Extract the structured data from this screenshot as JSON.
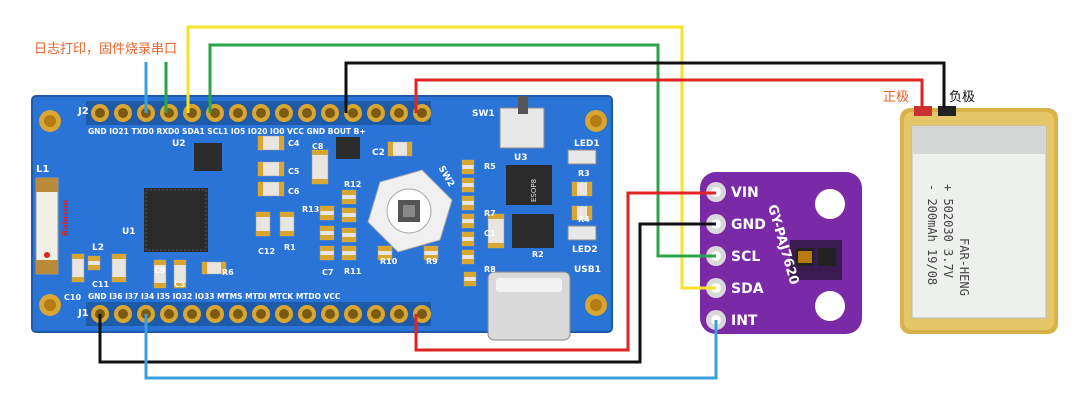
{
  "labels": {
    "uart_note": "日志打印，固件烧录串口",
    "positive": "正极",
    "negative": "负极"
  },
  "colors": {
    "board": "#2a74d8",
    "sensor_board": "#7a2aa6",
    "wire_yellow": "#f5e32a",
    "wire_green": "#2aa54a",
    "wire_red": "#e02424",
    "wire_black": "#111111",
    "wire_blue": "#3aa0dd"
  },
  "main_board": {
    "header_top": "J2",
    "header_bottom": "J1",
    "top_pins": "GND IO21 TXD0 RXD0 SDA1 SCL1 IO5   IO20 IO0  VCC        GND        BOUT B+",
    "bottom_pins": "GND  I36  I37            I34  I35 IO32 IO33  MTMS MTDI MTCK MTDO  VCC",
    "refs": {
      "l1": "L1",
      "l2": "L2",
      "u1": "U1",
      "u2": "U2",
      "u3": "U3",
      "c2": "C2",
      "c3": "C3",
      "c4": "C4",
      "c5": "C5",
      "c6": "C6",
      "c7": "C7",
      "c8": "C8",
      "c9": "C9",
      "c10": "C10",
      "c11": "C11",
      "c12": "C12",
      "r1": "R1",
      "r2": "R2",
      "r3": "R3",
      "r4": "R4",
      "r5": "R5",
      "r6": "R6",
      "r7": "R7",
      "r8": "R8",
      "r9": "R9",
      "r10": "R10",
      "r11": "R11",
      "r12": "R12",
      "r13": "R13",
      "sw1": "SW1",
      "sw2": "SW2",
      "led1": "LED1",
      "led2": "LED2",
      "usb1": "USB1",
      "u3_chip": "ESOP8",
      "rainsun": "Rainsun"
    }
  },
  "sensor_board": {
    "title": "GY-PAJ7620",
    "pins": [
      "VIN",
      "GND",
      "SCL",
      "SDA",
      "INT"
    ]
  },
  "battery": {
    "line1": "FAR-HENG",
    "line2": "+ 502030 3.7V",
    "line3": "- 200mAh 19/08"
  }
}
